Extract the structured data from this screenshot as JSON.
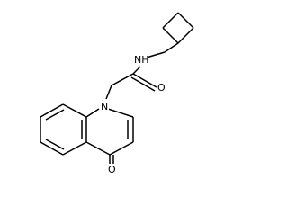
{
  "molecule": {
    "atoms": {
      "amide_nitrogen": "NH",
      "amide_oxygen": "O",
      "ring_nitrogen": "N",
      "ketone_oxygen": "O"
    }
  }
}
